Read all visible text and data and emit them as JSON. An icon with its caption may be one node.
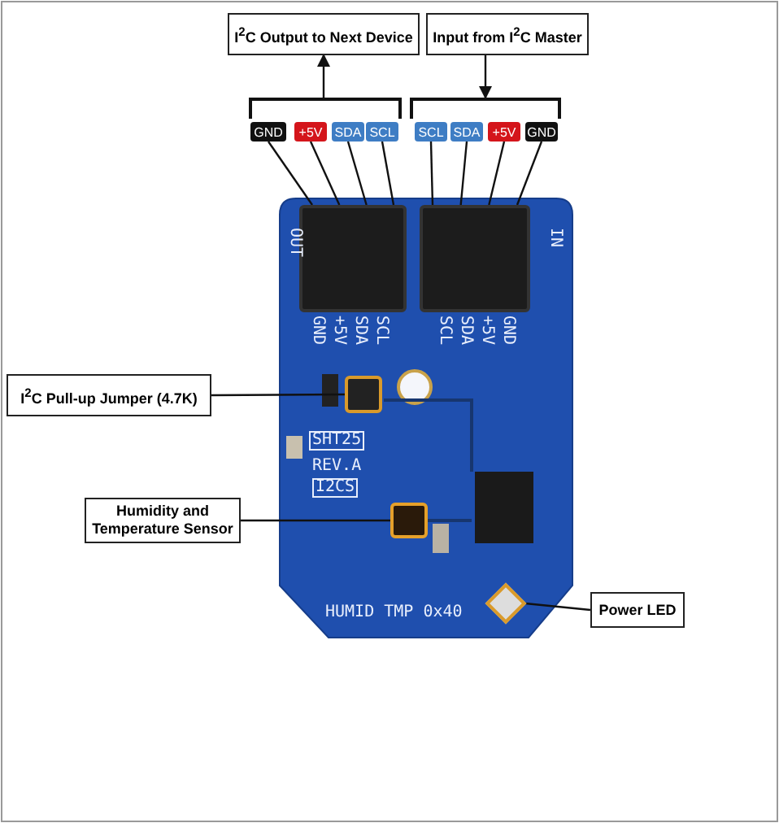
{
  "diagram": {
    "nodes": [
      {
        "text": [
          "I$^{2}$C Output to Next Device"
        ]
      },
      {
        "text": [
          "Input from I$^{2}$C Master"
        ]
      },
      {
        "text": [
          "GND"
        ]
      },
      {
        "text": [
          "+5V"
        ]
      },
      {
        "text": [
          "SDA"
        ]
      },
      {
        "text": [
          "SCL"
        ]
      },
      {
        "text": [
          "SCL"
        ]
      },
      {
        "text": [
          "SDA"
        ]
      },
      {
        "text": [
          "+5V"
        ]
      },
      {
        "text": [
          "GND"
        ]
      },
      {
        "text": [],
        "shape": "box"
      },
      {
        "text": [],
        "shape": "box"
      },
      {
        "text": [
          "I$^{2}$C Pull-up Jumper (4.7K)"
        ]
      },
      {
        "text": [],
        "shape": "box"
      },
      {
        "text": [
          "Humidity and Temperature Sensor"
        ]
      },
      {
        "text": [],
        "shape": "box"
      },
      {
        "text": [
          "Power LED"
        ]
      },
      {
        "text": [],
        "shape": "diamond"
      },
      {
        "text": [],
        "shape": "bar"
      },
      {
        "text": [],
        "shape": "bar"
      }
    ],
    "edges": [
      {
        "from": 18,
        "to": 0,
        "arrow": "to"
      },
      {
        "from": 1,
        "to": 19,
        "arrow": "to"
      },
      {
        "from": 2,
        "to": 10,
        "arrow": "none"
      },
      {
        "from": 3,
        "to": 10,
        "arrow": "none"
      },
      {
        "from": 4,
        "to": 10,
        "arrow": "none"
      },
      {
        "from": 5,
        "to": 10,
        "arrow": "none"
      },
      {
        "from": 6,
        "to": 11,
        "arrow": "none"
      },
      {
        "from": 7,
        "to": 11,
        "arrow": "none"
      },
      {
        "from": 8,
        "to": 11,
        "arrow": "none"
      },
      {
        "from": 9,
        "to": 11,
        "arrow": "none"
      },
      {
        "from": 12,
        "to": 13,
        "arrow": "none"
      },
      {
        "from": 14,
        "to": 15,
        "arrow": "none"
      },
      {
        "from": 16,
        "to": 17,
        "arrow": "none"
      }
    ],
    "labels": [
      "OUT",
      "IN",
      "GND",
      "+5V",
      "SDA",
      "SCL",
      "SCL",
      "SDA",
      "+5V",
      "GND",
      "SHT25",
      "REV.A",
      "I2CS",
      "HUMID TMP 0x40"
    ]
  }
}
